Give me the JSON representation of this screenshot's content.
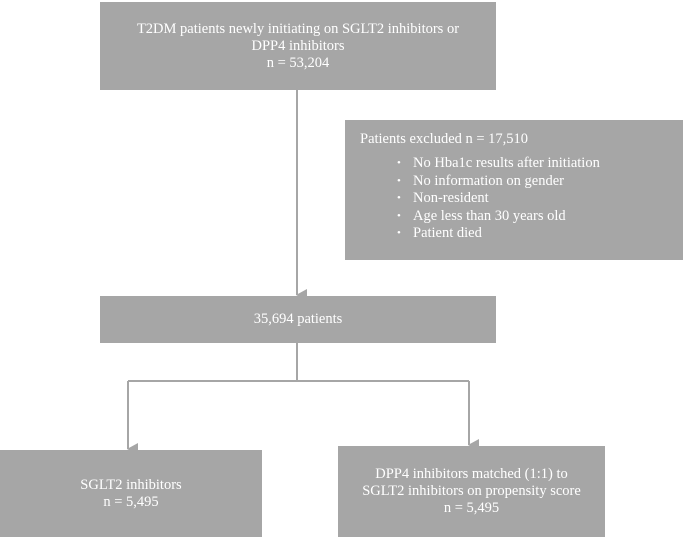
{
  "boxes": {
    "initial": {
      "line1": "T2DM patients newly initiating on SGLT2 inhibitors or",
      "line2": "DPP4 inhibitors",
      "count": "n = 53,204"
    },
    "excluded": {
      "title": "Patients excluded n = 17,510",
      "reasons": [
        "No Hba1c results after initiation",
        "No information on gender",
        "Non-resident",
        "Age less than 30 years old",
        "Patient died"
      ]
    },
    "cohort": {
      "label": "35,694 patients"
    },
    "sglt2": {
      "label": "SGLT2 inhibitors",
      "count": "n = 5,495"
    },
    "dpp4": {
      "line1": "DPP4 inhibitors matched (1:1) to",
      "line2": "SGLT2 inhibitors on propensity score",
      "count": "n = 5,495"
    }
  },
  "colors": {
    "box_fill": "#a6a6a6",
    "connector": "#a6a6a6",
    "text": "#ffffff"
  }
}
